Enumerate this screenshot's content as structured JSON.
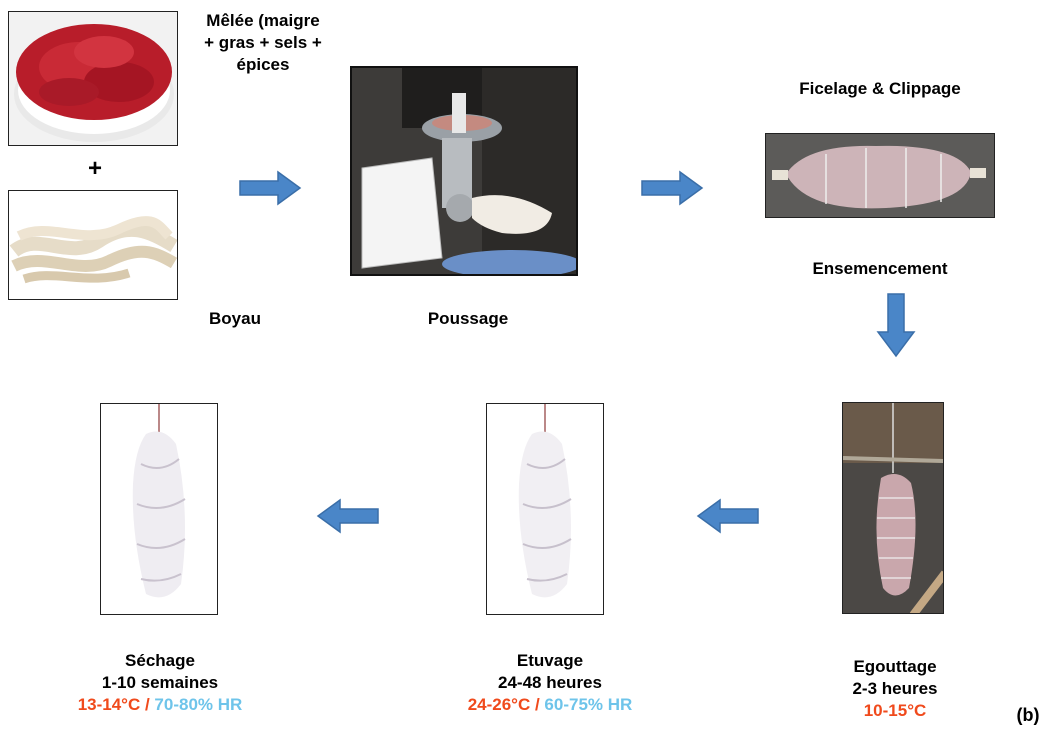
{
  "labels": {
    "melee": "Mêlée (maigre + gras + sels + épices",
    "melee_line1": "Mêlée (maigre",
    "melee_line2": "+ gras + sels +",
    "melee_line3": "épices",
    "plus": "+",
    "boyau": "Boyau",
    "poussage": "Poussage",
    "ficelage": "Ficelage & Clippage",
    "ensemencement": "Ensemencement",
    "egouttage": {
      "title": "Egouttage",
      "duration": "2-3 heures",
      "temp": "10-15°C"
    },
    "etuvage": {
      "title": "Etuvage",
      "duration": "24-48 heures",
      "temp": "24-26°C",
      "sep": " / ",
      "humidity": "60-75% HR"
    },
    "sechage": {
      "title": "Séchage",
      "duration": "1-10 semaines",
      "temp": "13-14°C",
      "sep": " / ",
      "humidity": "70-80% HR"
    },
    "panel": "(b)"
  },
  "colors": {
    "arrow": "#4a86c8",
    "arrow_stroke": "#3a6ea8",
    "temperature": "#f04a1c",
    "humidity": "#6ec4ea"
  }
}
